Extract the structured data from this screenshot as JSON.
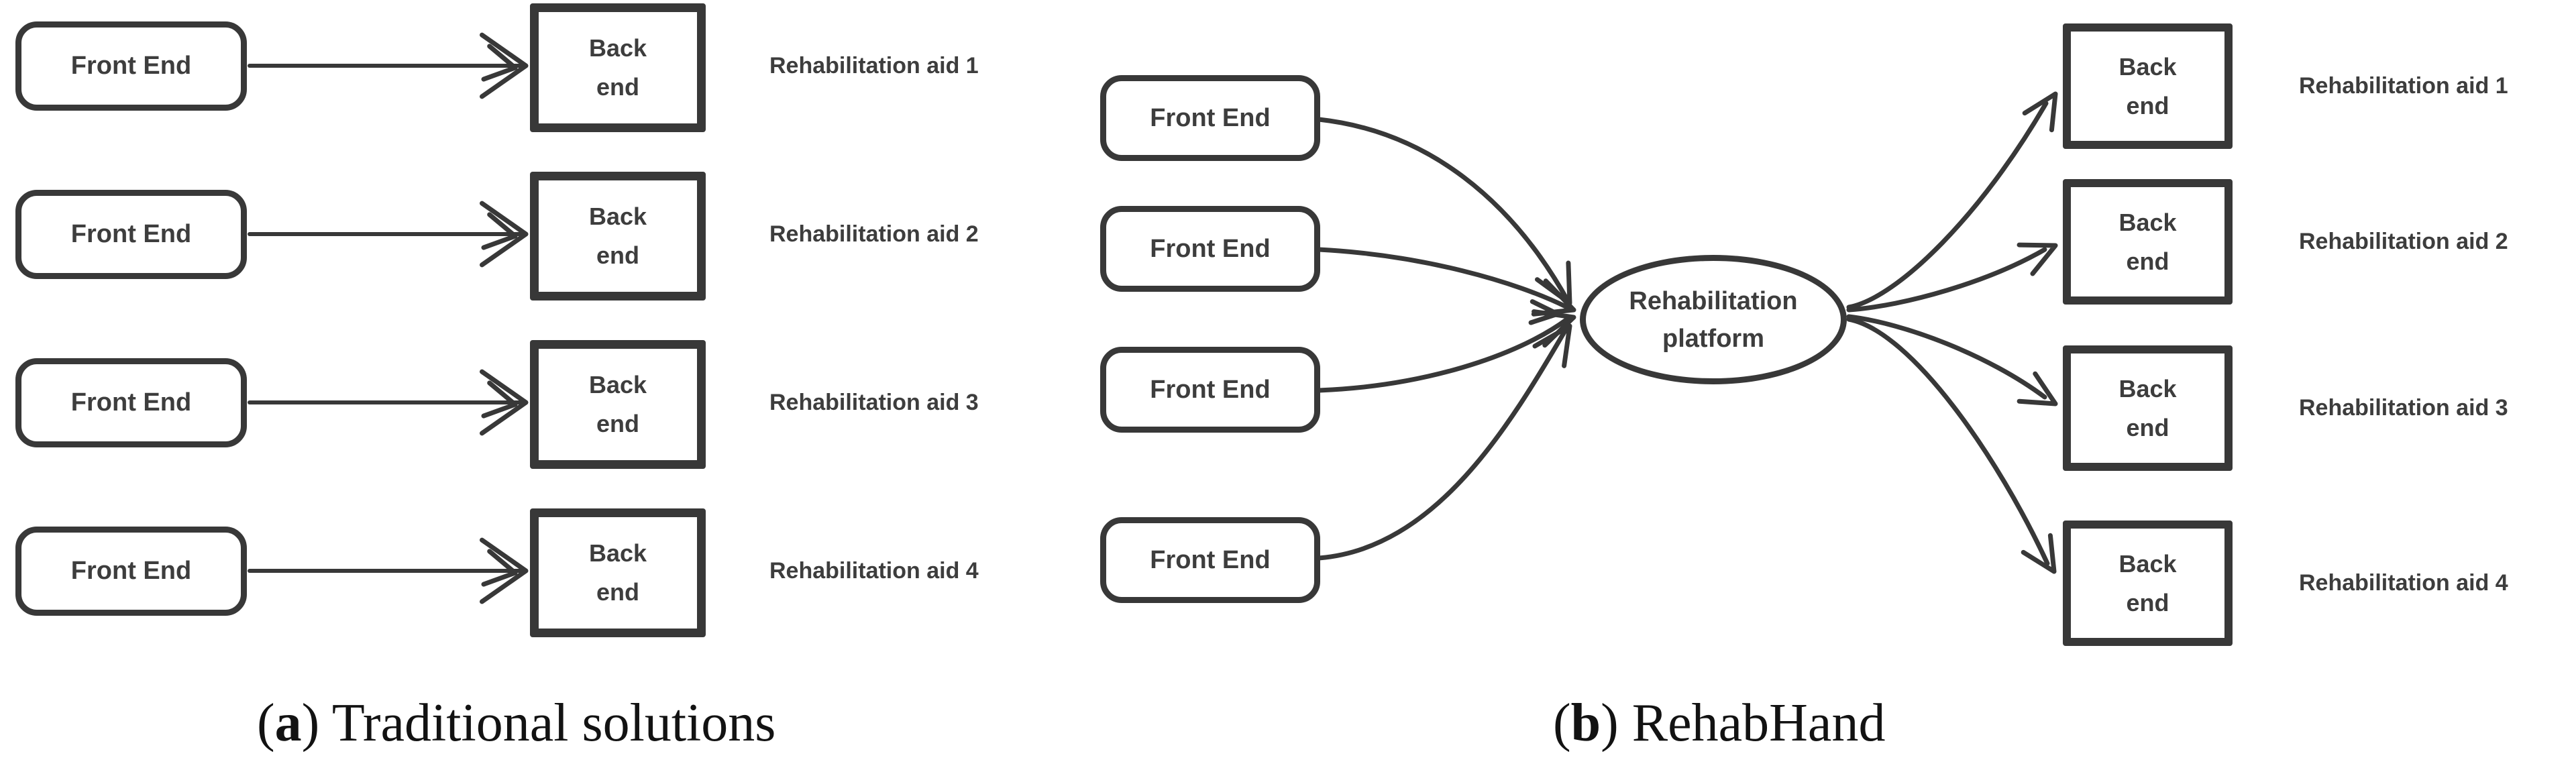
{
  "figure": {
    "ink_color": "#383838",
    "background_color": "#ffffff"
  },
  "panel_a": {
    "caption_prefix": "(",
    "caption_letter": "a",
    "caption_suffix": ") Traditional solutions",
    "front_end_label": "Front End",
    "back_end_line1": "Back",
    "back_end_line2": "end",
    "rows": [
      {
        "aid_label": "Rehabilitation aid 1"
      },
      {
        "aid_label": "Rehabilitation aid 2"
      },
      {
        "aid_label": "Rehabilitation aid 3"
      },
      {
        "aid_label": "Rehabilitation aid 4"
      }
    ]
  },
  "panel_b": {
    "caption_prefix": "(",
    "caption_letter": "b",
    "caption_suffix": ") RehabHand",
    "front_end_label": "Front End",
    "platform_line1": "Rehabilitation",
    "platform_line2": "platform",
    "back_end_line1": "Back",
    "back_end_line2": "end",
    "rows": [
      {
        "aid_label": "Rehabilitation aid 1"
      },
      {
        "aid_label": "Rehabilitation aid 2"
      },
      {
        "aid_label": "Rehabilitation aid 3"
      },
      {
        "aid_label": "Rehabilitation aid 4"
      }
    ]
  }
}
